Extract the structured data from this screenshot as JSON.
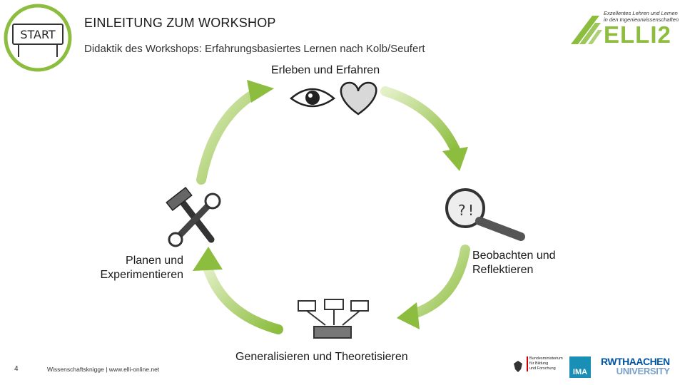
{
  "header": {
    "title": "EINLEITUNG ZUM WORKSHOP",
    "subtitle": "Didaktik des Workshops: Erfahrungsbasiertes Lernen nach Kolb/Seufert",
    "start_sign": "START"
  },
  "brand": {
    "tagline_line1": "Exzellentes Lehren und Lernen",
    "tagline_line2": "in den Ingenieurwissenschaften",
    "name": "ELLI2",
    "accent_color": "#8cbd3e"
  },
  "cycle": {
    "stages": [
      {
        "label": "Erleben und Erfahren",
        "icon": "eye-heart-icon"
      },
      {
        "label": "Beobachten und Reflektieren",
        "icon": "magnifier-icon"
      },
      {
        "label": "Generalisieren und Theoretisieren",
        "icon": "diagram-icon"
      },
      {
        "label": "Planen und Experimentieren",
        "icon": "tools-icon"
      }
    ]
  },
  "stage_labels": {
    "s3_line1": "Planen und",
    "s3_line2": "Experimentieren",
    "s2_line1": "Beobachten und",
    "s2_line2": "Reflektieren"
  },
  "footer": {
    "page_number": "4",
    "text": "Wissenschaftsknigge | www.elli-online.net"
  },
  "partner_logos": {
    "ministry_line1": "Bundesministerium",
    "ministry_line2": "für Bildung",
    "ministry_line3": "und Forschung",
    "ima": "IMA",
    "rwth_line1": "RWTHAACHEN",
    "rwth_line2": "UNIVERSITY"
  }
}
